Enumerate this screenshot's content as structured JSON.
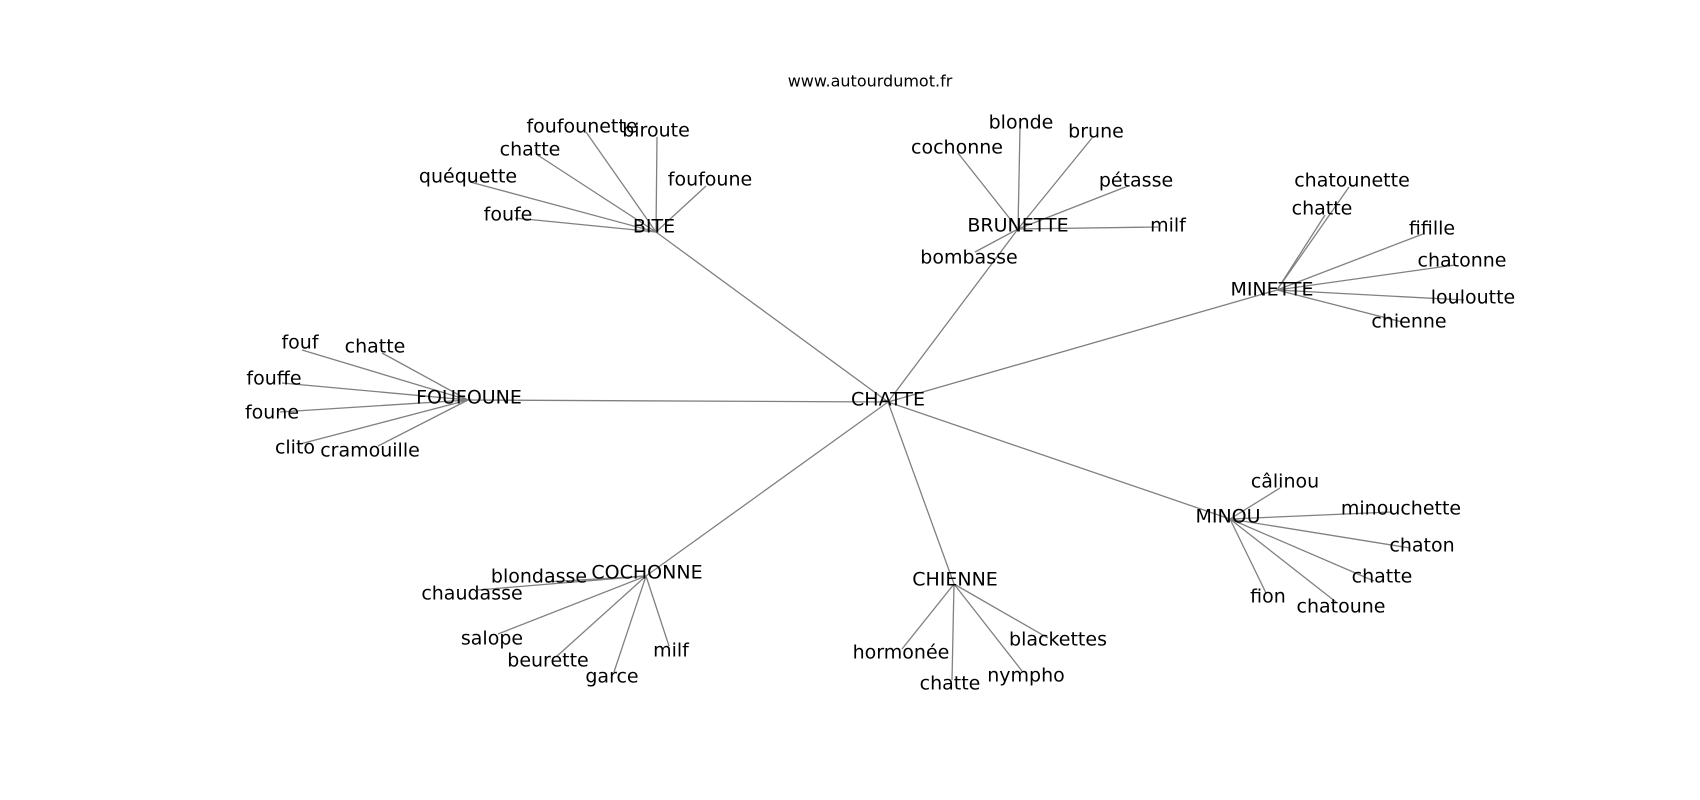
{
  "site": "www.autourdumot.fr",
  "root": "CHATTE",
  "hubs": [
    {
      "label": "BITE",
      "words": [
        "foufounette",
        "biroute",
        "chatte",
        "foufoune",
        "quéquette",
        "foufe"
      ]
    },
    {
      "label": "BRUNETTE",
      "words": [
        "blonde",
        "brune",
        "cochonne",
        "pétasse",
        "milf",
        "bombasse"
      ]
    },
    {
      "label": "MINETTE",
      "words": [
        "chatounette",
        "chatte",
        "fifille",
        "chatonne",
        "louloutte",
        "chienne"
      ]
    },
    {
      "label": "FOUFOUNE",
      "words": [
        "fouf",
        "chatte",
        "fouffe",
        "foune",
        "clito",
        "cramouille"
      ]
    },
    {
      "label": "MINOU",
      "words": [
        "câlinou",
        "minouchette",
        "chaton",
        "chatte",
        "fion",
        "chatoune"
      ]
    },
    {
      "label": "CHIENNE",
      "words": [
        "blackettes",
        "hormonée",
        "nympho",
        "chatte"
      ]
    },
    {
      "label": "COCHONNE",
      "words": [
        "blondasse",
        "chaudasse",
        "salope",
        "beurette",
        "garce",
        "milf"
      ]
    }
  ]
}
